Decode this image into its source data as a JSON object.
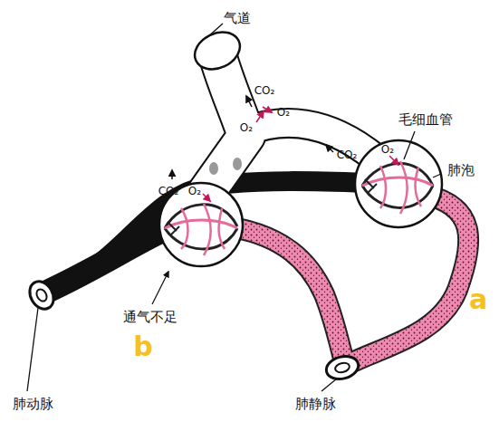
{
  "diagram": {
    "labels": [
      "气道",
      "CO₂",
      "O₂",
      "O₂",
      "毛细血管",
      "CO₂",
      "O₂",
      "肺泡",
      "CO₂",
      "O₂",
      "通气不足",
      "b",
      "肺动脉",
      "肺静脉",
      "a"
    ]
  }
}
